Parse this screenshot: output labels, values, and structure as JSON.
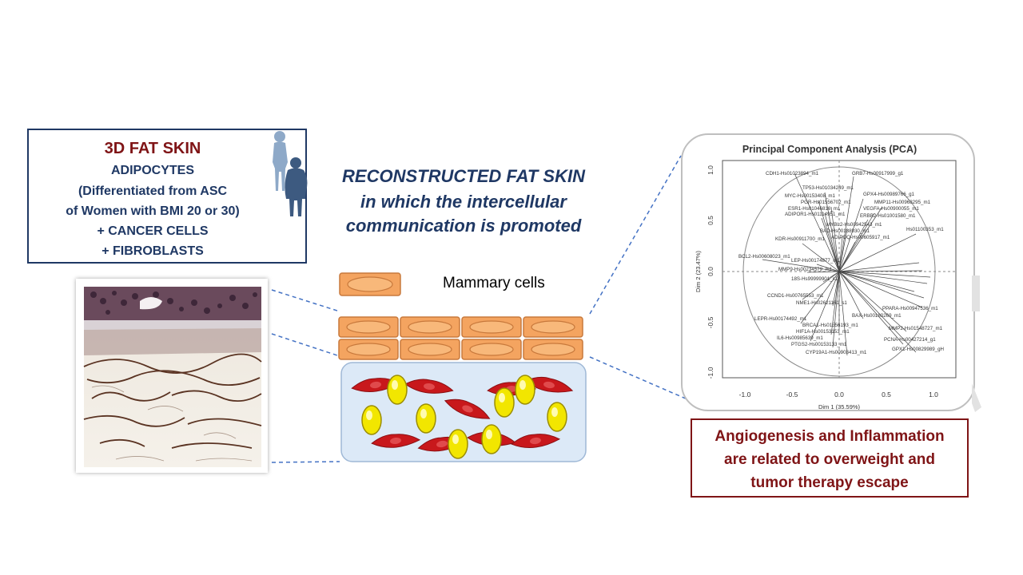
{
  "info_box": {
    "title": "3D FAT SKIN",
    "line1": "ADIPOCYTES",
    "line2": "(Differentiated from ASC",
    "line3": "of  Women with BMI 20 or 30)",
    "line4": "+ CANCER CELLS",
    "line5": "+ FIBROBLASTS"
  },
  "center_caption": {
    "line1": "RECONSTRUCTED FAT SKIN",
    "line2": "in which the intercellular",
    "line3": "communication is promoted"
  },
  "mammary_label": "Mammary cells",
  "pca": {
    "title": "Principal Component Analysis (PCA)",
    "y_axis_label": "Dim 2 (23.47%)",
    "x_axis_label": "Dim 1 (35.59%)",
    "x_ticks": [
      "-1.0",
      "-0.5",
      "0.0",
      "0.5",
      "1.0"
    ],
    "y_ticks": [
      "1.0",
      "0.5",
      "0.0",
      "-0.5",
      "-1.0"
    ],
    "labels": {
      "cdh1": "CDH1-Hs01023894_m1",
      "grb7": "GRB7-Hs00917999_g1",
      "tp53": "TP53-Hs01034249_m1",
      "gpx4": "GPX4-Hs00989766_g1",
      "myc": "MYC-Hs00153408_m1",
      "mmp11": "MMP11-Hs00968295_m1",
      "pgr": "PGR-Hs01556702_m1",
      "vegfa": "VEGFA-Hs00900055_m1",
      "esr1": "ESR1-Hs01046816_m1",
      "adipor1": "ADIPOR1-Hs01114951_m1",
      "erbb2": "ERBB2-Hs01001580_m1",
      "mybl2": "MYBL2-Hs00942543_m1",
      "bad": "BAD-Hs00188930_m1",
      "c2": "Hs01100353_m1",
      "adipoq": "ADIPOQ-Hs00605917_m1",
      "kdr": "KDR-Hs00911700_m1",
      "bcl2": "BCL2-Hs00608023_m1",
      "lep": "LEP-Hs00174877_m1",
      "mmp9": "MMP9-Hs00234579_m1",
      "s18": "18S-Hs99999901_s1",
      "ccnd1": "CCND1-Hs00765553_m1",
      "nme1": "NME1-Hs02621161_s1",
      "lepr": "LEPR-Hs00174492_m1",
      "brca1": "BRCA1-Hs01556193_m1",
      "hif1a": "HIF1A-Hs00153153_m1",
      "bax": "BAX-Hs00180269_m1",
      "il6": "IL6-Hs00985639_m1",
      "mmp2": "MMP2-Hs01548727_m1",
      "ptgs2": "PTGS2-Hs00153133_m1",
      "pcna": "PCNA-Hs00427214_g1",
      "cyp19a1": "CYP19A1-Hs00903413_m1",
      "gpx1": "GPX1-Hs00829989_gH",
      "ppara": "PPARA-Hs00947536_m1"
    }
  },
  "bottom_box": {
    "line1": "Angiogenesis and Inflammation",
    "line2": "are related to overweight and",
    "line3": "tumor therapy escape"
  },
  "colors": {
    "navy": "#1f3864",
    "maroon": "#7f1416",
    "mammary_fill": "#f4a460",
    "adipocyte": "#f2e600",
    "fibroblast": "#c8181c",
    "matrix": "#dce9f7"
  }
}
